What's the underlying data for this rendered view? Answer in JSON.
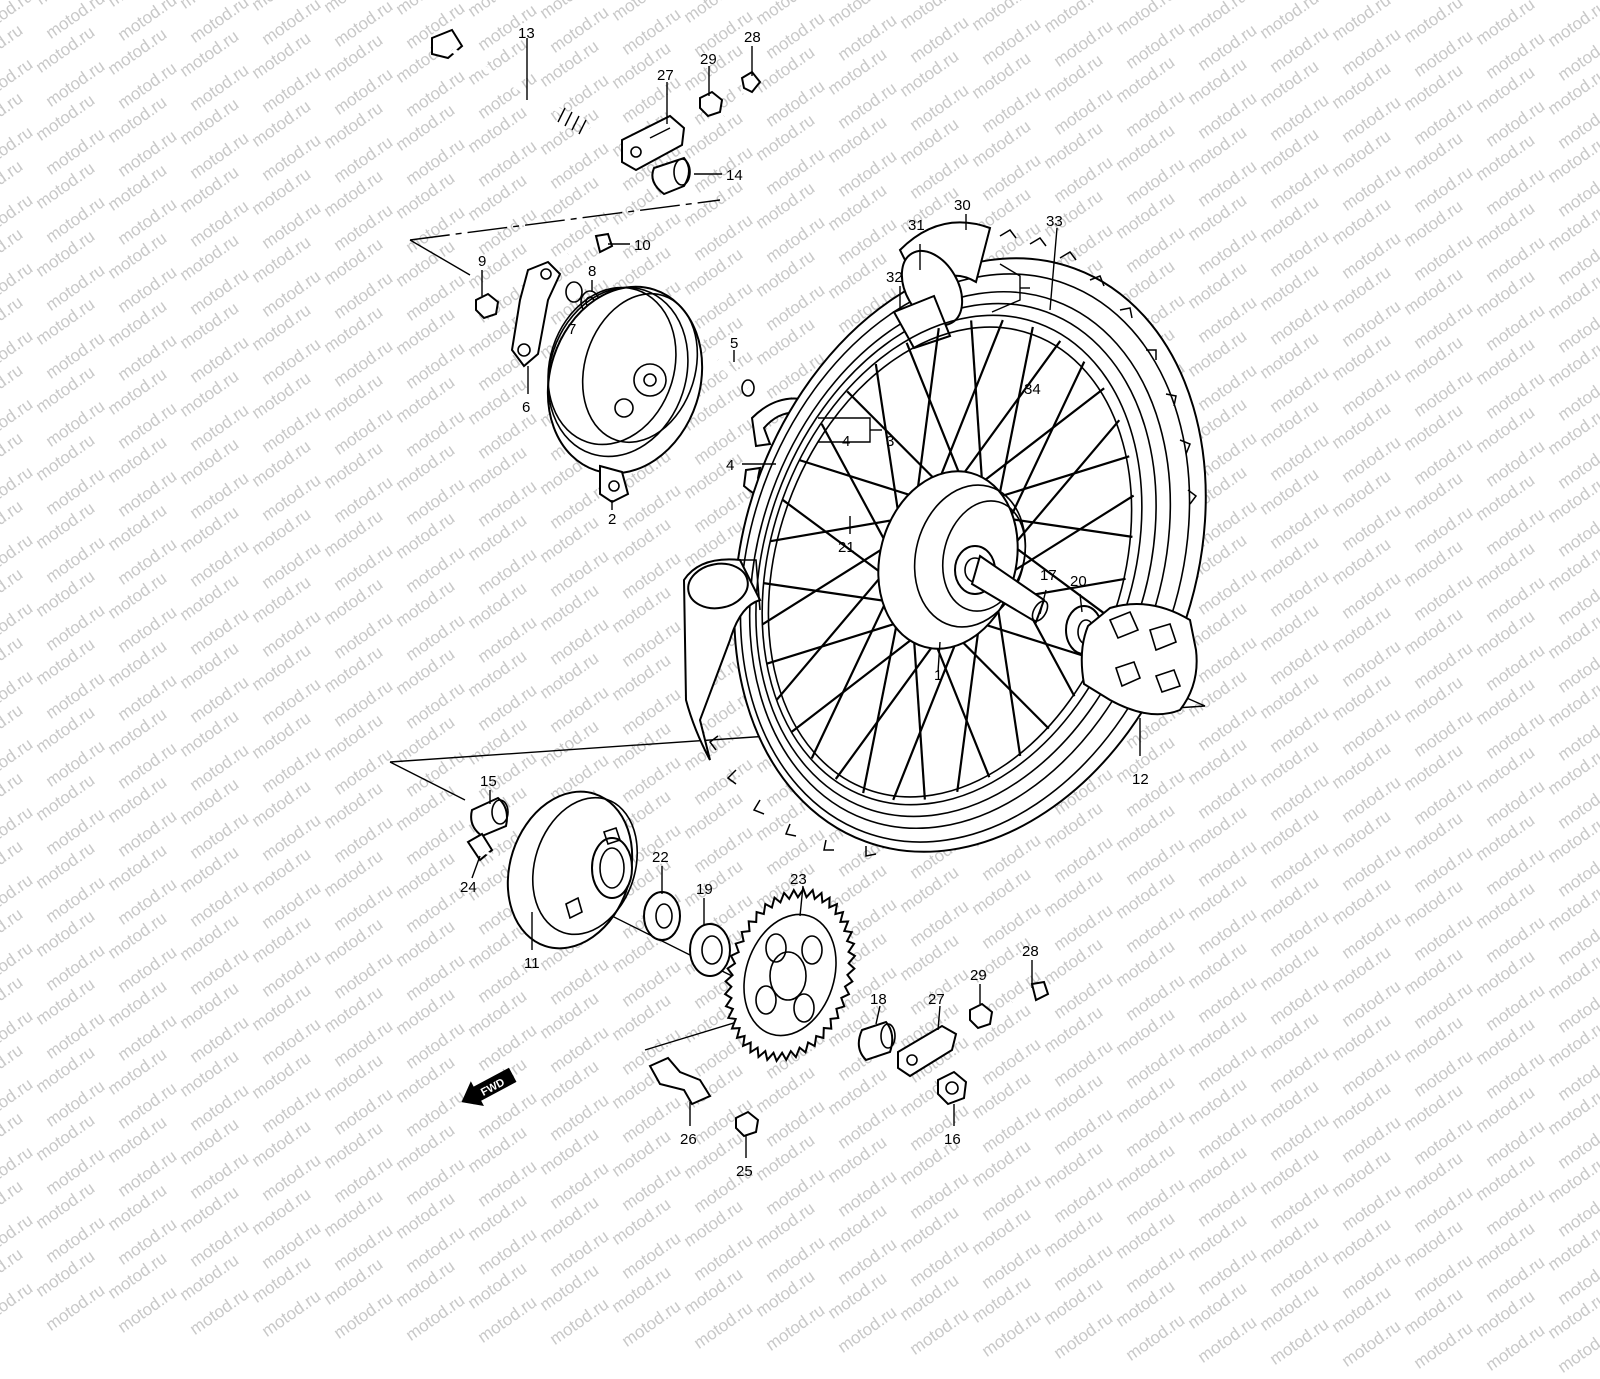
{
  "watermark": "motod.ru",
  "fwd_label": "FWD",
  "callouts": {
    "c13": "13",
    "c27a": "27",
    "c29a": "29",
    "c28a": "28",
    "c14": "14",
    "c10": "10",
    "c9": "9",
    "c8": "8",
    "c7": "7",
    "c6": "6",
    "c2": "2",
    "c5": "5",
    "c4a": "4",
    "c4b": "4",
    "c3": "3",
    "c21": "21",
    "c31": "31",
    "c30": "30",
    "c33": "33",
    "c32": "32",
    "c34": "34",
    "c17": "17",
    "c20": "20",
    "c1": "1",
    "c12": "12",
    "c15": "15",
    "c24": "24",
    "c11": "11",
    "c22": "22",
    "c19": "19",
    "c23": "23",
    "c18": "18",
    "c27b": "27",
    "c29b": "29",
    "c28b": "28",
    "c26": "26",
    "c25": "25",
    "c16": "16"
  }
}
